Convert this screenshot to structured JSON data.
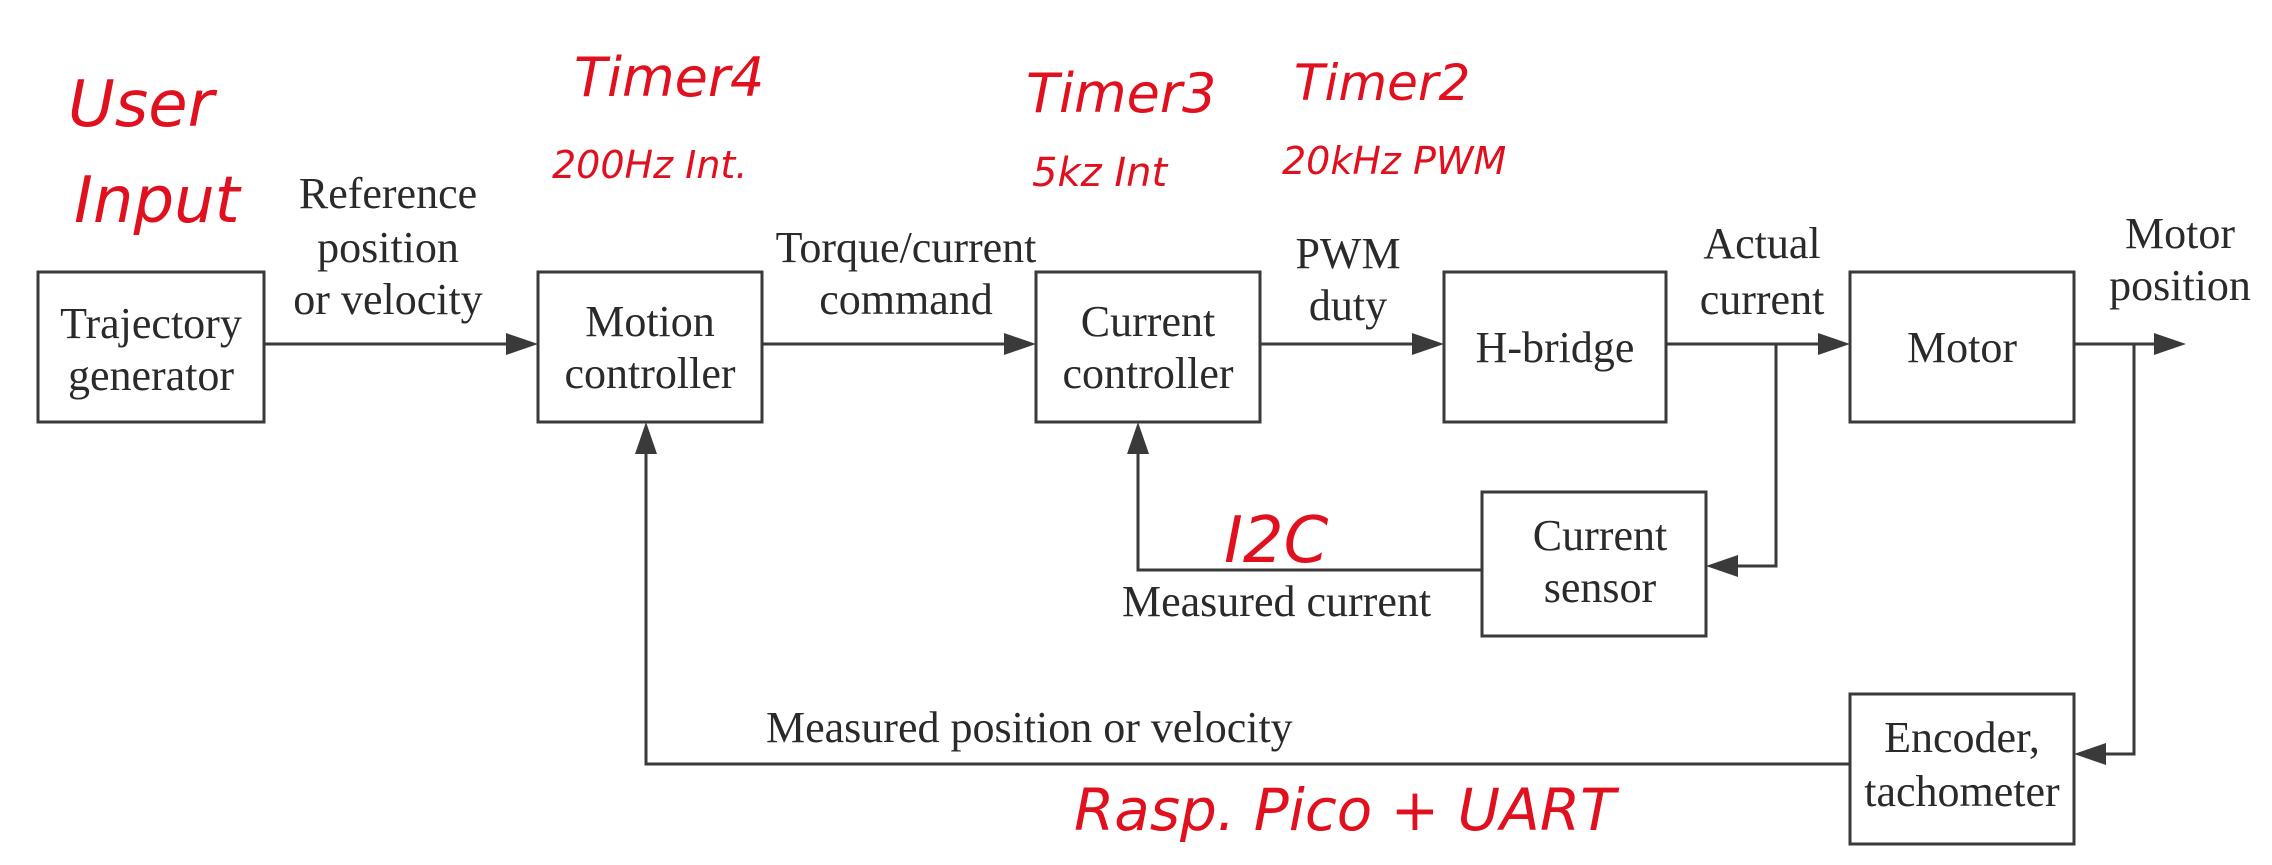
{
  "blocks": {
    "trajectory": [
      "Trajectory",
      "generator"
    ],
    "motion": [
      "Motion",
      "controller"
    ],
    "current_ctrl": [
      "Current",
      "controller"
    ],
    "hbridge": [
      "H-bridge"
    ],
    "motor": [
      "Motor"
    ],
    "current_sensor": [
      "Current",
      "sensor"
    ],
    "encoder": [
      "Encoder,",
      "tachometer"
    ]
  },
  "signals": {
    "reference": [
      "Reference",
      "position",
      "or velocity"
    ],
    "torque": [
      "Torque/current",
      "command"
    ],
    "pwm": [
      "PWM",
      "duty"
    ],
    "actual_current": [
      "Actual",
      "current"
    ],
    "motor_position": [
      "Motor",
      "position"
    ],
    "measured_current": "Measured current",
    "measured_position": "Measured position or velocity"
  },
  "annotations": {
    "user_input": [
      "User",
      "Input"
    ],
    "timer4": [
      "Timer4",
      "200Hz Int."
    ],
    "timer3": [
      "Timer3",
      "5kz Int"
    ],
    "timer2": [
      "Timer2",
      "20kHz PWM"
    ],
    "i2c": "I2C",
    "rasp_pico": "Rasp. Pico + UART"
  },
  "colors": {
    "annotation": "#e0101e",
    "diagram": "#2a2a2a"
  }
}
